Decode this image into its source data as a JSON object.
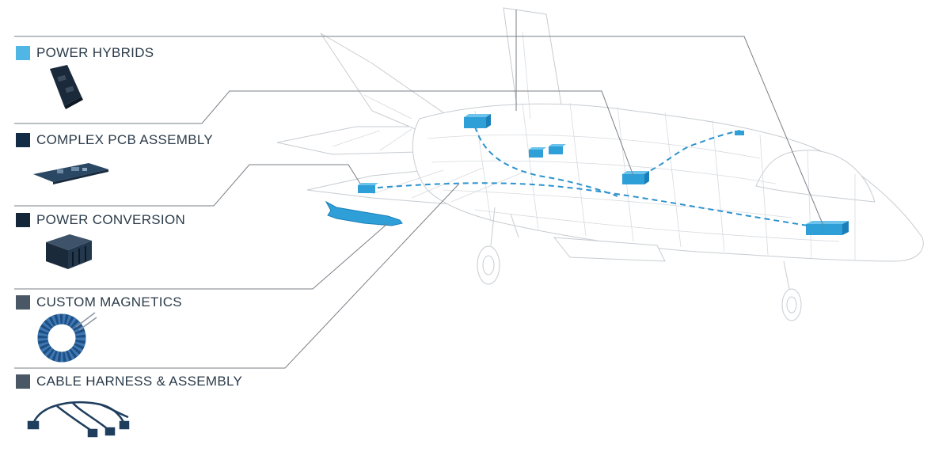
{
  "categories": [
    {
      "id": "power-hybrids",
      "label": "POWER HYBRIDS",
      "color": "#4fb6e6",
      "icon": "power-hybrid-module-icon"
    },
    {
      "id": "complex-pcb-assembly",
      "label": "COMPLEX PCB ASSEMBLY",
      "color": "#132c45",
      "icon": "circuit-board-icon"
    },
    {
      "id": "power-conversion",
      "label": "POWER CONVERSION",
      "color": "#13263a",
      "icon": "heatsink-converter-icon"
    },
    {
      "id": "custom-magnetics",
      "label": "CUSTOM MAGNETICS",
      "color": "#4a5865",
      "icon": "toroid-coil-icon"
    },
    {
      "id": "cable-harness-assembly",
      "label": "CABLE HARNESS & ASSEMBLY",
      "color": "#4a5865",
      "icon": "cable-harness-icon"
    }
  ],
  "colors": {
    "component_blue": "#2f9fd8",
    "component_blue_dark": "#1a7fb8",
    "connector_line": "#7a7f86",
    "aircraft_wire": "#c9ced3",
    "dashed_route": "#2d93cf"
  }
}
